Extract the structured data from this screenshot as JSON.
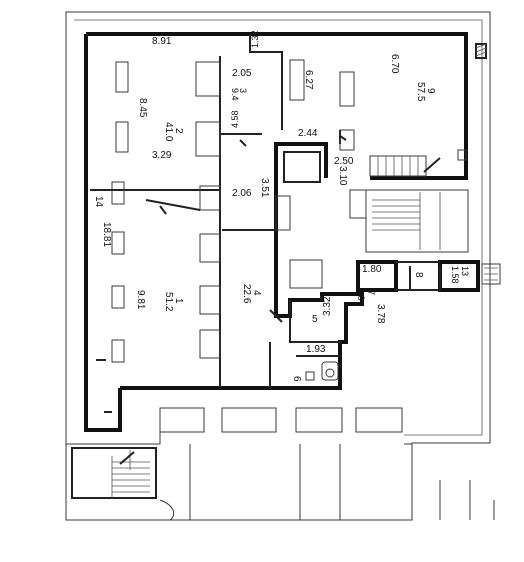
{
  "plan": {
    "rooms": [
      {
        "id": "1",
        "area": "51.2"
      },
      {
        "id": "2",
        "area": "41.0"
      },
      {
        "id": "3",
        "area": "9.4"
      },
      {
        "id": "4",
        "area": "22.6"
      },
      {
        "id": "5",
        "area": ""
      },
      {
        "id": "6",
        "area": ""
      },
      {
        "id": "7",
        "area": "6.8"
      },
      {
        "id": "8",
        "area": ""
      },
      {
        "id": "9",
        "area": "57.5"
      },
      {
        "id": "13",
        "area": "1.58"
      }
    ],
    "dimensions": [
      "8.91",
      "1.32",
      "2.05",
      "6.27",
      "6.70",
      "8.45",
      "3.29",
      "4.58",
      "2.44",
      "3.51",
      "2.50",
      "3.10",
      "2.06",
      "14",
      "18.81",
      "9.81",
      "1.80",
      "3.32",
      "3.78",
      "1.93"
    ]
  }
}
